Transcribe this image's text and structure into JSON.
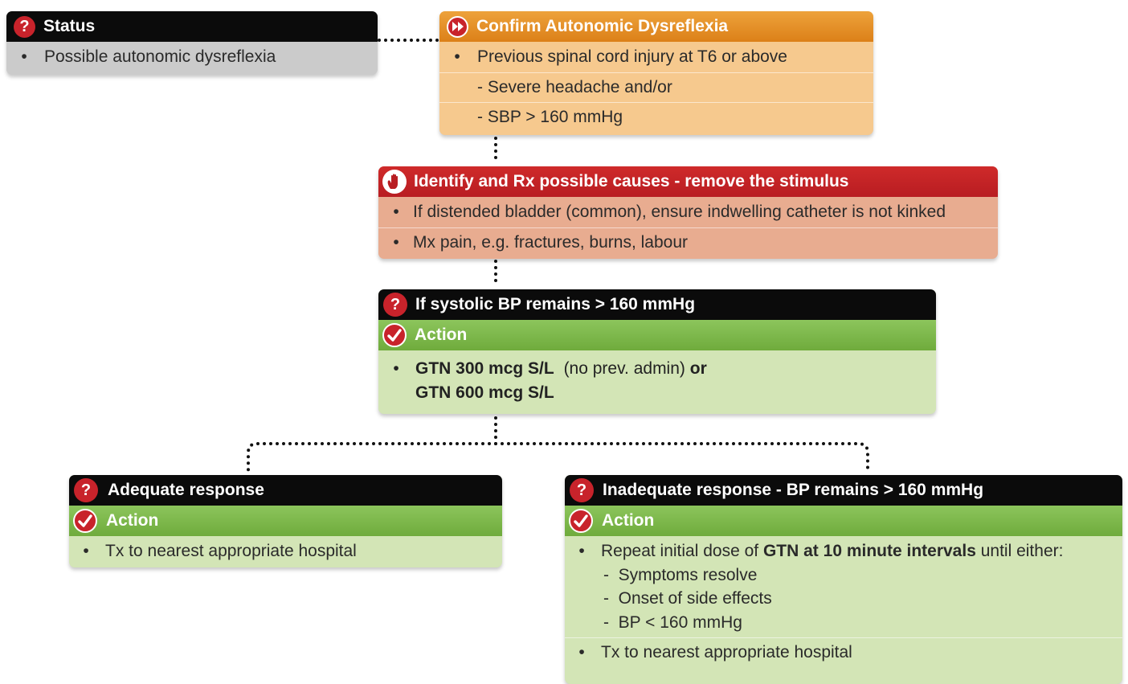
{
  "status": {
    "title": "Status",
    "items": [
      "Possible autonomic dysreflexia"
    ]
  },
  "confirm": {
    "title": "Confirm Autonomic Dysreflexia",
    "item": "Previous spinal cord injury at T6 or above",
    "sub_items": [
      "- Severe headache and/or",
      "- SBP > 160 mmHg"
    ]
  },
  "identify": {
    "title": "Identify and Rx possible causes - remove the stimulus",
    "items": [
      "If distended bladder (common), ensure indwelling catheter is not kinked",
      "Mx pain, e.g. fractures, burns, labour"
    ]
  },
  "systolic": {
    "title": "If systolic BP remains > 160 mmHg",
    "action_label": "Action",
    "gtn1": "GTN 300 mcg S/L",
    "gtn1_note": "(no prev. admin)",
    "or": "or",
    "gtn2": "GTN 600 mcg S/L"
  },
  "adequate": {
    "title": "Adequate response",
    "action_label": "Action",
    "items": [
      "Tx to nearest appropriate hospital"
    ]
  },
  "inadequate": {
    "title": "Inadequate response - BP remains > 160 mmHg",
    "action_label": "Action",
    "repeat_pre": "Repeat initial dose of ",
    "repeat_bold": "GTN at 10 minute intervals",
    "repeat_post": " until either:",
    "sub_items": [
      "Symptoms resolve",
      "Onset of side effects",
      "BP < 160 mmHg"
    ],
    "final": "Tx to nearest appropriate hospital"
  },
  "colors": {
    "header_black": "#0b0b0b",
    "orange_header": "#dc8018",
    "orange_body": "#f6c98e",
    "red_header": "#b81d22",
    "red_body": "#e8ac90",
    "green_header": "#6fab3c",
    "green_body": "#d3e5b6",
    "grey_body": "#cbcbcb",
    "icon_red": "#c8232b"
  }
}
